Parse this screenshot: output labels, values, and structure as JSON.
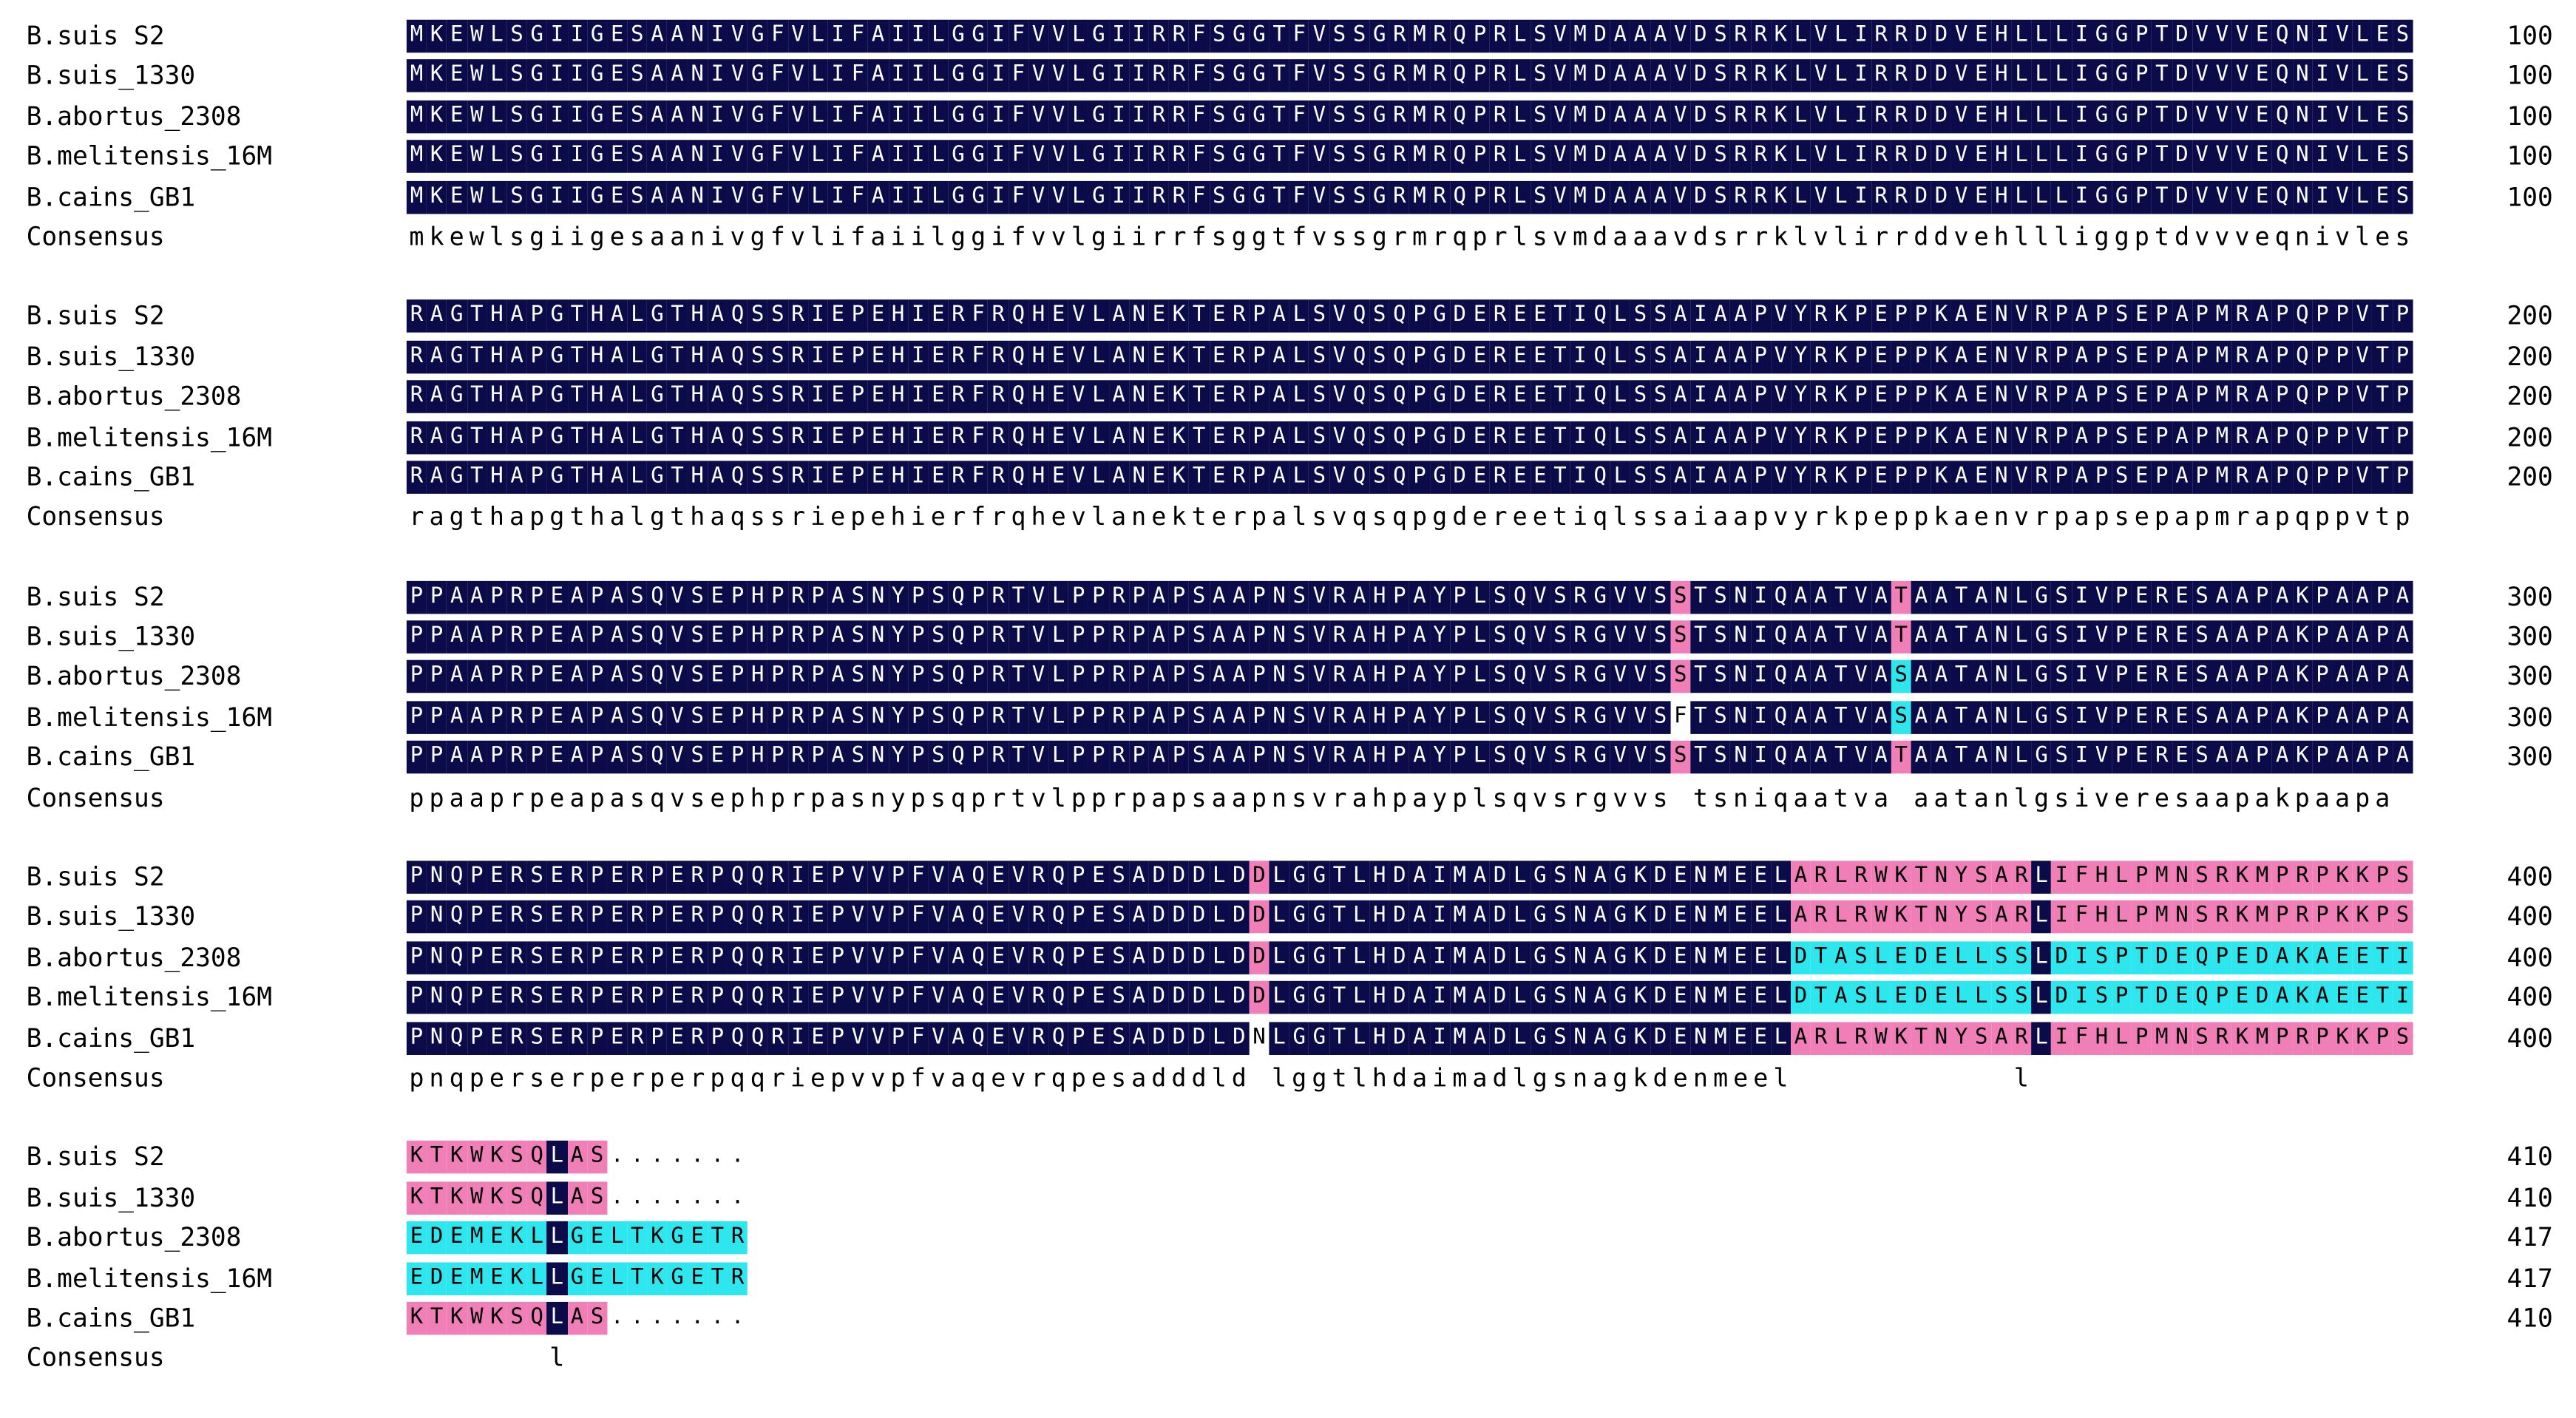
{
  "colors": {
    "identical": "#0b0b4a",
    "similar": "#2ee6ee",
    "partial": "#f07fb8"
  },
  "blocks": [
    {
      "rows": [
        {
          "name": "B.suis S2",
          "seq": "MKEWLSGIIGESAANIVGFVLIFAIILGGIFVVLGIIRRFSGGTFVSSGRMRQPRLSVMDAAAVDSRRKLVLIRRDDVEHLLLIGGPTDVVVEQNIVLES",
          "end": "100"
        },
        {
          "name": "B.suis_1330",
          "seq": "MKEWLSGIIGESAANIVGFVLIFAIILGGIFVVLGIIRRFSGGTFVSSGRMRQPRLSVMDAAAVDSRRKLVLIRRDDVEHLLLIGGPTDVVVEQNIVLES",
          "end": "100"
        },
        {
          "name": "B.abortus_2308",
          "seq": "MKEWLSGIIGESAANIVGFVLIFAIILGGIFVVLGIIRRFSGGTFVSSGRMRQPRLSVMDAAAVDSRRKLVLIRRDDVEHLLLIGGPTDVVVEQNIVLES",
          "end": "100"
        },
        {
          "name": "B.melitensis_16M",
          "seq": "MKEWLSGIIGESAANIVGFVLIFAIILGGIFVVLGIIRRFSGGTFVSSGRMRQPRLSVMDAAAVDSRRKLVLIRRDDVEHLLLIGGPTDVVVEQNIVLES",
          "end": "100"
        },
        {
          "name": "B.cains_GB1",
          "seq": "MKEWLSGIIGESAANIVGFVLIFAIILGGIFVVLGIIRRFSGGTFVSSGRMRQPRLSVMDAAAVDSRRKLVLIRRDDVEHLLLIGGPTDVVVEQNIVLES",
          "end": "100"
        }
      ],
      "consensus": {
        "name": "Consensus",
        "seq": "mkewlsgiigesaanivgfvlifaiilggifvvlgiirrfsggtfvssgrmrqprlsvmdaaavdsrrklvlirrddvehllliggptdvvveqnivles"
      }
    },
    {
      "rows": [
        {
          "name": "B.suis S2",
          "seq": "RAGTHAPGTHALGTHAQSSRIEPEHIERFRQHEVLANEKTERPALSVQSQPGDEREETIQLSSAIAAPVYRKPEPPKAENVRPAPSEPAPMRAPQPPVTP",
          "end": "200"
        },
        {
          "name": "B.suis_1330",
          "seq": "RAGTHAPGTHALGTHAQSSRIEPEHIERFRQHEVLANEKTERPALSVQSQPGDEREETIQLSSAIAAPVYRKPEPPKAENVRPAPSEPAPMRAPQPPVTP",
          "end": "200"
        },
        {
          "name": "B.abortus_2308",
          "seq": "RAGTHAPGTHALGTHAQSSRIEPEHIERFRQHEVLANEKTERPALSVQSQPGDEREETIQLSSAIAAPVYRKPEPPKAENVRPAPSEPAPMRAPQPPVTP",
          "end": "200"
        },
        {
          "name": "B.melitensis_16M",
          "seq": "RAGTHAPGTHALGTHAQSSRIEPEHIERFRQHEVLANEKTERPALSVQSQPGDEREETIQLSSAIAAPVYRKPEPPKAENVRPAPSEPAPMRAPQPPVTP",
          "end": "200"
        },
        {
          "name": "B.cains_GB1",
          "seq": "RAGTHAPGTHALGTHAQSSRIEPEHIERFRQHEVLANEKTERPALSVQSQPGDEREETIQLSSAIAAPVYRKPEPPKAENVRPAPSEPAPMRAPQPPVTP",
          "end": "200"
        }
      ],
      "consensus": {
        "name": "Consensus",
        "seq": "ragthapgthalgthaqssriepehierfrqhevlanekterpalsvqsqpgdereetiqlssaiaapvyrkpeppkaenvrpapsepapmrapqppvtp"
      }
    },
    {
      "rows": [
        {
          "name": "B.suis S2",
          "seq": "PPAAPRPEAPASQVSEPHPRPASNYPSQPRTVLPPRPAPSAAPNSVRAHPAYPLSQVSRGVVSSTSNIQAATVATAATANLGSIVPERESAAPAKPAAPA",
          "end": "300"
        },
        {
          "name": "B.suis_1330",
          "seq": "PPAAPRPEAPASQVSEPHPRPASNYPSQPRTVLPPRPAPSAAPNSVRAHPAYPLSQVSRGVVSSTSNIQAATVATAATANLGSIVPERESAAPAKPAAPA",
          "end": "300"
        },
        {
          "name": "B.abortus_2308",
          "seq": "PPAAPRPEAPASQVSEPHPRPASNYPSQPRTVLPPRPAPSAAPNSVRAHPAYPLSQVSRGVVSSTSNIQAATVASAATANLGSIVPERESAAPAKPAAPA",
          "end": "300"
        },
        {
          "name": "B.melitensis_16M",
          "seq": "PPAAPRPEAPASQVSEPHPRPASNYPSQPRTVLPPRPAPSAAPNSVRAHPAYPLSQVSRGVVSFTSNIQAATVASAATANLGSIVPERESAAPAKPAAPA",
          "end": "300"
        },
        {
          "name": "B.cains_GB1",
          "seq": "PPAAPRPEAPASQVSEPHPRPASNYPSQPRTVLPPRPAPSAAPNSVRAHPAYPLSQVSRGVVSSTSNIQAATVATAATANLGSIVPERESAAPAKPAAPA",
          "end": "300"
        }
      ],
      "consensus": {
        "name": "Consensus",
        "seq": "ppaaprpeapasqvsephprpasnypsqprtvlpprpapsaapnsvrahpayplsqvsrgvvs tsniqaatva aatanlgsiveresaapakpaapa"
      }
    },
    {
      "rows": [
        {
          "name": "B.suis S2",
          "seq": "PNQPERSERPERPERPQQRIEPVVPFVAQEVRQPESADDDLDDLGGTLHDAIMADLGSNAGKDENMEELARLRWKTNYSARLIFHLPMNSRKMPRPKKPS",
          "end": "400"
        },
        {
          "name": "B.suis_1330",
          "seq": "PNQPERSERPERPERPQQRIEPVVPFVAQEVRQPESADDDLDDLGGTLHDAIMADLGSNAGKDENMEELARLRWKTNYSARLIFHLPMNSRKMPRPKKPS",
          "end": "400"
        },
        {
          "name": "B.abortus_2308",
          "seq": "PNQPERSERPERPERPQQRIEPVVPFVAQEVRQPESADDDLDDLGGTLHDAIMADLGSNAGKDENMEELDTASLEDELLSSLDISPTDEQPEDAKAEETI",
          "end": "400"
        },
        {
          "name": "B.melitensis_16M",
          "seq": "PNQPERSERPERPERPQQRIEPVVPFVAQEVRQPESADDDLDDLGGTLHDAIMADLGSNAGKDENMEELDTASLEDELLSSLDISPTDEQPEDAKAEETI",
          "end": "400"
        },
        {
          "name": "B.cains_GB1",
          "seq": "PNQPERSERPERPERPQQRIEPVVPFVAQEVRQPESADDDLDNLGGTLHDAIMADLGSNAGKDENMEELARLRWKTNYSARLIFHLPMNSRKMPRPKKPS",
          "end": "400"
        }
      ],
      "consensus": {
        "name": "Consensus",
        "seq": "pnqperserperperpqqriepvvpfvaqevrqpesadddld lggtlhdaimadlgsnagkdenmeel           l"
      }
    },
    {
      "rows": [
        {
          "name": "B.suis S2",
          "seq": "KTKWKSQLAS.......",
          "end": "410"
        },
        {
          "name": "B.suis_1330",
          "seq": "KTKWKSQLAS.......",
          "end": "410"
        },
        {
          "name": "B.abortus_2308",
          "seq": "EDEMEKLLGELTKGETR",
          "end": "417"
        },
        {
          "name": "B.melitensis_16M",
          "seq": "EDEMEKLLGELTKGETR",
          "end": "417"
        },
        {
          "name": "B.cains_GB1",
          "seq": "KTKWKSQLAS.......",
          "end": "410"
        }
      ],
      "consensus": {
        "name": "Consensus",
        "seq": "       l"
      }
    }
  ]
}
